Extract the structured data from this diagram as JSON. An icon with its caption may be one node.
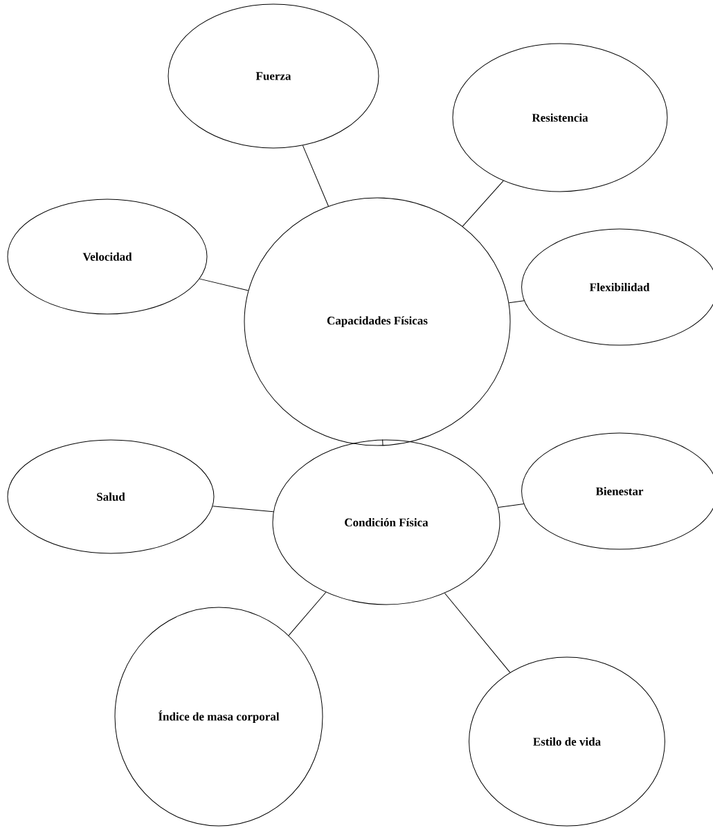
{
  "diagram": {
    "nodes": [
      {
        "text": [
          "Fuerza"
        ]
      },
      {
        "text": [
          "Resistencia"
        ]
      },
      {
        "text": [
          "Velocidad"
        ]
      },
      {
        "text": [
          "Flexibilidad"
        ]
      },
      {
        "text": [
          "Capacidades Físicas"
        ]
      },
      {
        "text": [
          "Bienestar"
        ]
      },
      {
        "text": [
          "Salud"
        ]
      },
      {
        "text": [
          "Condición Física"
        ]
      },
      {
        "text": [
          "Índice de masa corporal"
        ]
      },
      {
        "text": [
          "Estilo de vida"
        ]
      }
    ],
    "edges": [
      {
        "from": 4,
        "to": 0,
        "arrow": "none"
      },
      {
        "from": 4,
        "to": 1,
        "arrow": "none"
      },
      {
        "from": 4,
        "to": 2,
        "arrow": "none"
      },
      {
        "from": 4,
        "to": 3,
        "arrow": "none"
      },
      {
        "from": 4,
        "to": 7,
        "arrow": "none"
      },
      {
        "from": 7,
        "to": 6,
        "arrow": "none"
      },
      {
        "from": 7,
        "to": 5,
        "arrow": "none"
      },
      {
        "from": 7,
        "to": 8,
        "arrow": "none"
      },
      {
        "from": 7,
        "to": 9,
        "arrow": "none"
      }
    ]
  }
}
